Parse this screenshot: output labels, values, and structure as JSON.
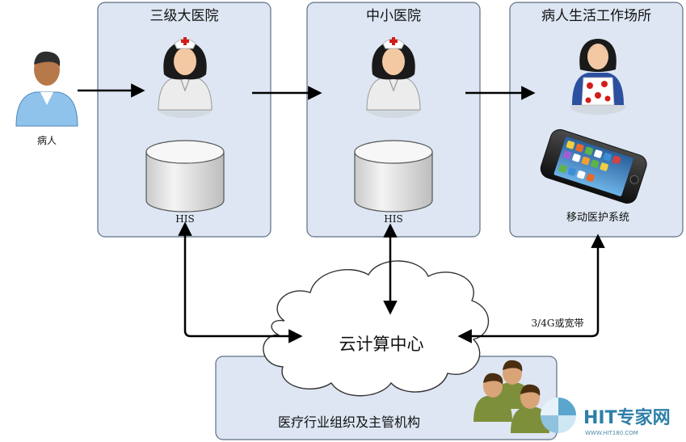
{
  "patient": {
    "label": "病人"
  },
  "hospitals": [
    {
      "title": "三级大医院",
      "db_label": "HIS"
    },
    {
      "title": "中小医院",
      "db_label": "HIS"
    }
  ],
  "workplace": {
    "title": "病人生活工作场所",
    "device_label": "移动医护系统"
  },
  "cloud": {
    "label": "云计算中心"
  },
  "link_label": "3/4G或宽带",
  "organization": {
    "label": "医疗行业组织及主管机构"
  },
  "watermark": {
    "brand": "HIT专家网",
    "url": "WWW.HIT180.COM"
  },
  "colors": {
    "box_fill": "#dde6f2",
    "box_stroke": "#5f6f86",
    "arrow": "#000000"
  }
}
